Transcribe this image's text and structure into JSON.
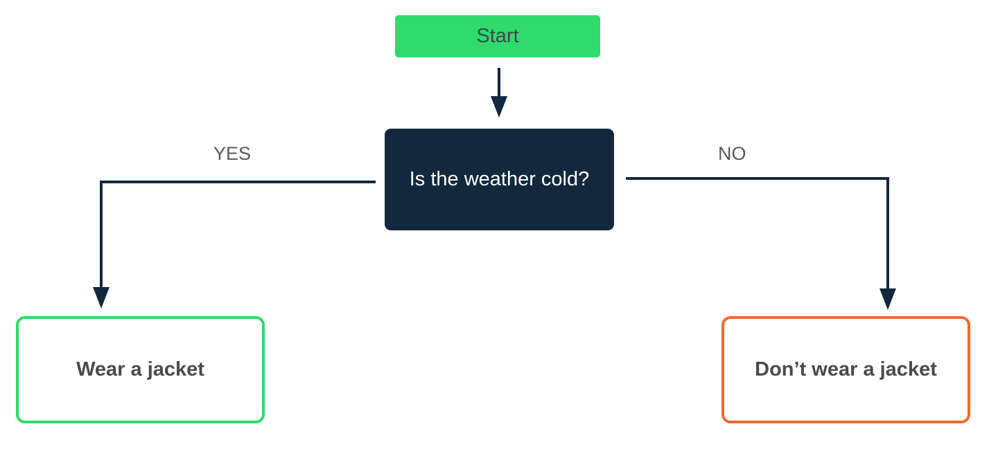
{
  "colors": {
    "start_fill": "#2edb6b",
    "decision_fill": "#13283d",
    "connector": "#13283d",
    "yes_outcome_border": "#2edb6b",
    "no_outcome_border": "#ef6a2d"
  },
  "nodes": {
    "start": "Start",
    "decision": "Is the weather cold?",
    "yes_outcome": "Wear a jacket",
    "no_outcome": "Don’t wear a jacket"
  },
  "edges": {
    "yes_label": "YES",
    "no_label": "NO"
  }
}
